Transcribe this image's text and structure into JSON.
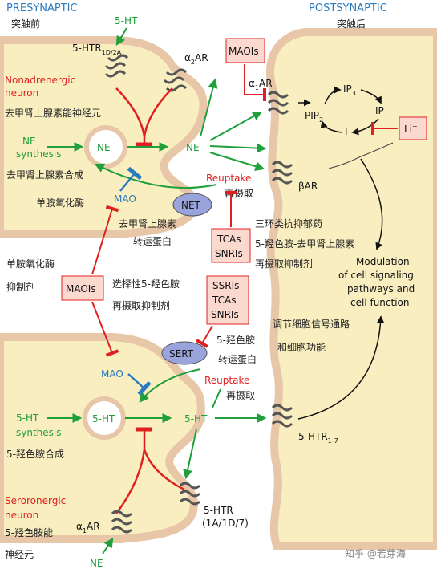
{
  "headers": {
    "presynaptic": "PRESYNAPTIC",
    "presynaptic_cn": "突触前",
    "postsynaptic": "POSTSYNAPTIC",
    "postsynaptic_cn": "突触后"
  },
  "noradrenergic": {
    "neuron_en_1": "Nonadrenergic",
    "neuron_en_2": "neuron",
    "neuron_cn": "去甲肾上腺素能神经元",
    "synthesis_1": "NE",
    "synthesis_2": "synthesis",
    "synthesis_cn": "去甲肾上腺素合成",
    "ne_vesicle": "NE",
    "ne_cleft": "NE",
    "mao": "MAO",
    "mao_cn": "单胺氧化酶",
    "receptor_auto": "5-HTR",
    "receptor_auto_sub": "1D/2A",
    "ht_input": "5-HT",
    "alpha2": "α",
    "alpha2_sub": "2",
    "alpha2_suffix": "AR"
  },
  "net": {
    "label": "NET",
    "reuptake": "Reuptake",
    "reuptake_cn": "再摄取",
    "transporter_cn_1": "去甲肾上腺素",
    "transporter_cn_2": "转运蛋白"
  },
  "drugs": {
    "maois_top": "MAOIs",
    "maois_mid": "MAOIs",
    "maoi_cn_1": "单胺氧化酶",
    "maoi_cn_2": "抑制剂",
    "tcas_snris_1": "TCAs",
    "tcas_snris_2": "SNRIs",
    "tca_cn": "三环类抗抑郁药",
    "snri_cn_1": "5-羟色胺-去甲肾上腺素",
    "snri_cn_2": "再摄取抑制剂",
    "ssris_1": "SSRIs",
    "ssris_2": "TCAs",
    "ssris_3": "SNRIs",
    "ssri_cn_1": "选择性5-羟色胺",
    "ssri_cn_2": "再摄取抑制剂"
  },
  "postsynaptic": {
    "alpha1": "α",
    "alpha1_sub": "1",
    "alpha1_suffix": "AR",
    "ip3": "IP",
    "ip3_sub": "3",
    "pip2": "PIP",
    "pip2_sub": "2",
    "ip": "IP",
    "i": "I",
    "li": "Li",
    "li_sup": "+",
    "beta": "βAR",
    "htr17": "5-HTR",
    "htr17_sub": "1-7",
    "modulation_1": "Modulation",
    "modulation_2": "of cell signaling",
    "modulation_3": "pathways and",
    "modulation_4": "cell function",
    "modulation_cn_1": "调节细胞信号通路",
    "modulation_cn_2": "和细胞功能"
  },
  "serotonergic": {
    "neuron_en_1": "Seroronergic",
    "neuron_en_2": "neuron",
    "neuron_cn_1": "5-羟色胺能",
    "neuron_cn_2": "神经元",
    "synthesis_1": "5-HT",
    "synthesis_2": "synthesis",
    "synthesis_cn": "5-羟色胺合成",
    "ht_vesicle": "5-HT",
    "ht_cleft": "5-HT",
    "mao": "MAO",
    "sert": "SERT",
    "reuptake": "Reuptake",
    "reuptake_cn": "再摄取",
    "sert_cn_1": "5-羟色胺",
    "sert_cn_2": "转运蛋白",
    "htr_auto": "5-HTR",
    "htr_auto_2": "(1A/1D/7)",
    "alpha1": "α",
    "alpha1_sub": "1",
    "alpha1_suffix": "AR",
    "ne_input": "NE"
  },
  "watermark": "知乎 @若芽海",
  "colors": {
    "membrane_fill": "#f8eebf",
    "membrane_border": "#e8c6a8",
    "arrow_green": "#1fa03a",
    "inhibit_red": "#e02020",
    "mao_blue": "#2a7bbf",
    "drug_box": "#fbd9cf",
    "transporter": "#9aa4dc"
  }
}
